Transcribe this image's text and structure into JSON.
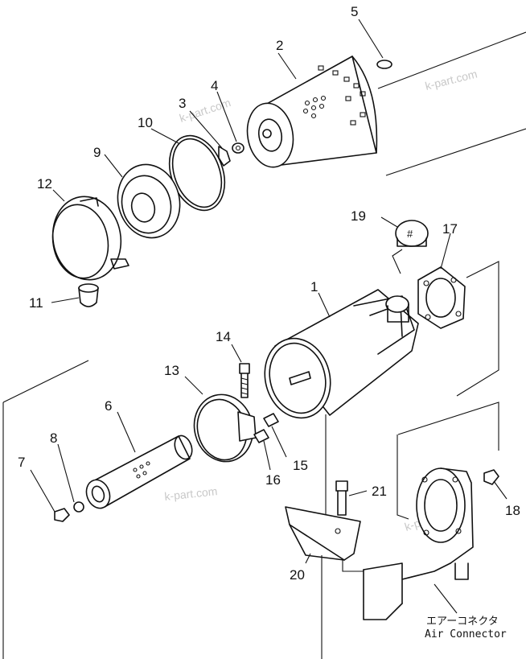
{
  "callouts": [
    {
      "id": "1",
      "part": "air-cleaner-body"
    },
    {
      "id": "2",
      "part": "outer-element"
    },
    {
      "id": "3",
      "part": "clip"
    },
    {
      "id": "4",
      "part": "nut"
    },
    {
      "id": "5",
      "part": "seal-ring"
    },
    {
      "id": "6",
      "part": "inner-element"
    },
    {
      "id": "7",
      "part": "nut"
    },
    {
      "id": "8",
      "part": "washer"
    },
    {
      "id": "9",
      "part": "cover-plate"
    },
    {
      "id": "10",
      "part": "gasket"
    },
    {
      "id": "11",
      "part": "dust-valve"
    },
    {
      "id": "12",
      "part": "cover"
    },
    {
      "id": "13",
      "part": "band"
    },
    {
      "id": "14",
      "part": "bolt"
    },
    {
      "id": "15",
      "part": "nut"
    },
    {
      "id": "16",
      "part": "spacer"
    },
    {
      "id": "17",
      "part": "gasket"
    },
    {
      "id": "18",
      "part": "nut"
    },
    {
      "id": "19",
      "part": "dust-indicator"
    },
    {
      "id": "20",
      "part": "bracket"
    },
    {
      "id": "21",
      "part": "bolt"
    }
  ],
  "air_connector": {
    "label_jp": "エアーコネクタ",
    "label_en": "Air Connector"
  },
  "watermarks": [
    "k-part.com",
    "k-part.com",
    "k-part.com",
    "k-part.com"
  ]
}
